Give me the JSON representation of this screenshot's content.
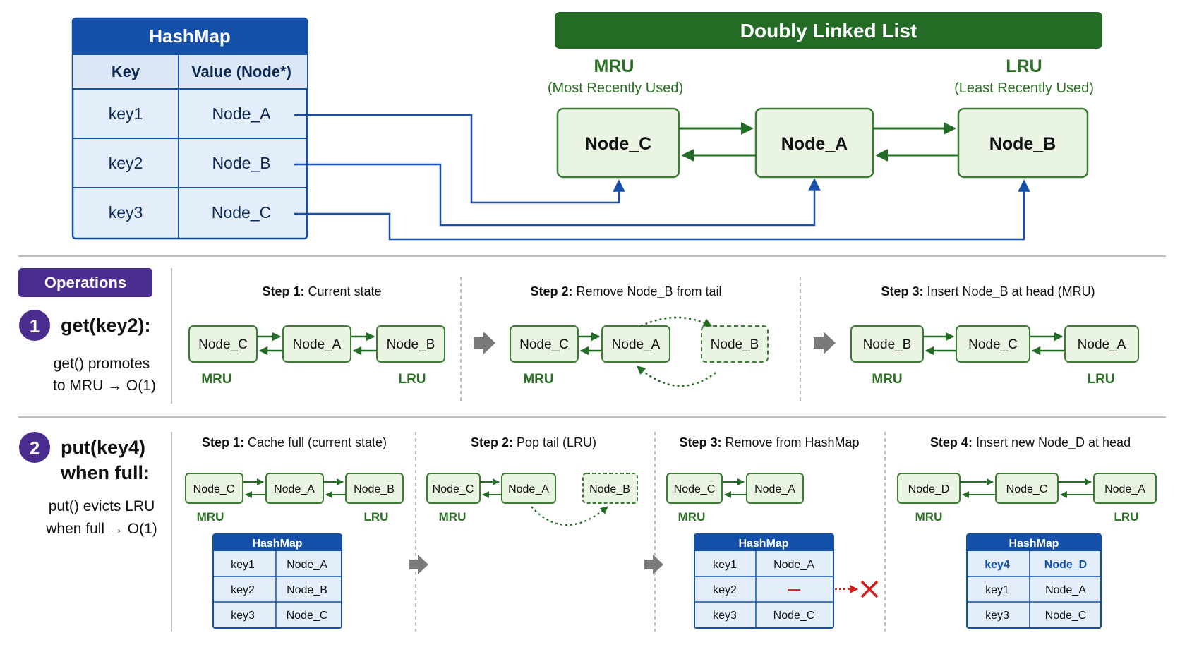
{
  "colors": {
    "blue": "#1450a8",
    "blue_light": "#e4eefb",
    "green_dark": "#246b25",
    "green_fill": "#eaf4e2",
    "green_stroke": "#3e7c36",
    "green_text": "#2b6f24",
    "purple": "#4b2c8f",
    "red": "#d42020"
  },
  "hashmap": {
    "title": "HashMap",
    "col_key": "Key",
    "col_value": "Value (Node*)",
    "rows": [
      {
        "key": "key1",
        "value": "Node_A"
      },
      {
        "key": "key2",
        "value": "Node_B"
      },
      {
        "key": "key3",
        "value": "Node_C"
      }
    ]
  },
  "dll": {
    "title": "Doubly Linked List",
    "mru": "MRU",
    "mru_sub": "(Most Recently Used)",
    "lru": "LRU",
    "lru_sub": "(Least Recently Used)",
    "nodes": [
      "Node_C",
      "Node_A",
      "Node_B"
    ]
  },
  "operations": {
    "label": "Operations",
    "get": {
      "number": "1",
      "title": "get(key2):",
      "desc_line1": "get() promotes",
      "desc_line2": "to MRU → O(1)",
      "mru": "MRU",
      "lru": "LRU",
      "steps": [
        {
          "prefix": "Step 1:",
          "text": " Current state",
          "nodes": [
            "Node_C",
            "Node_A",
            "Node_B"
          ]
        },
        {
          "prefix": "Step 2:",
          "text": " Remove Node_B from tail",
          "nodes": [
            "Node_C",
            "Node_A",
            "Node_B"
          ]
        },
        {
          "prefix": "Step 3:",
          "text": " Insert Node_B at head (MRU)",
          "nodes": [
            "Node_B",
            "Node_C",
            "Node_A"
          ]
        }
      ]
    },
    "put": {
      "number": "2",
      "title_line1": "put(key4)",
      "title_line2": "when full:",
      "desc_line1": "put() evicts LRU",
      "desc_line2": "when full → O(1)",
      "mru": "MRU",
      "lru": "LRU",
      "hashmap_title": "HashMap",
      "steps": [
        {
          "prefix": "Step 1:",
          "text": " Cache full (current state)",
          "nodes": [
            "Node_C",
            "Node_A",
            "Node_B"
          ],
          "table": [
            [
              "key1",
              "Node_A"
            ],
            [
              "key2",
              "Node_B"
            ],
            [
              "key3",
              "Node_C"
            ]
          ]
        },
        {
          "prefix": "Step 2:",
          "text": " Pop tail (LRU)",
          "nodes": [
            "Node_C",
            "Node_A",
            "Node_B"
          ]
        },
        {
          "prefix": "Step 3:",
          "text": " Remove from HashMap",
          "nodes": [
            "Node_C",
            "Node_A"
          ],
          "table": [
            [
              "key1",
              "Node_A"
            ],
            [
              "key2",
              "—"
            ],
            [
              "key3",
              "Node_C"
            ]
          ]
        },
        {
          "prefix": "Step 4:",
          "text": " Insert new Node_D at head",
          "nodes": [
            "Node_D",
            "Node_C",
            "Node_A"
          ],
          "table": [
            [
              "key4",
              "Node_D"
            ],
            [
              "key1",
              "Node_A"
            ],
            [
              "key3",
              "Node_C"
            ]
          ]
        }
      ]
    }
  }
}
